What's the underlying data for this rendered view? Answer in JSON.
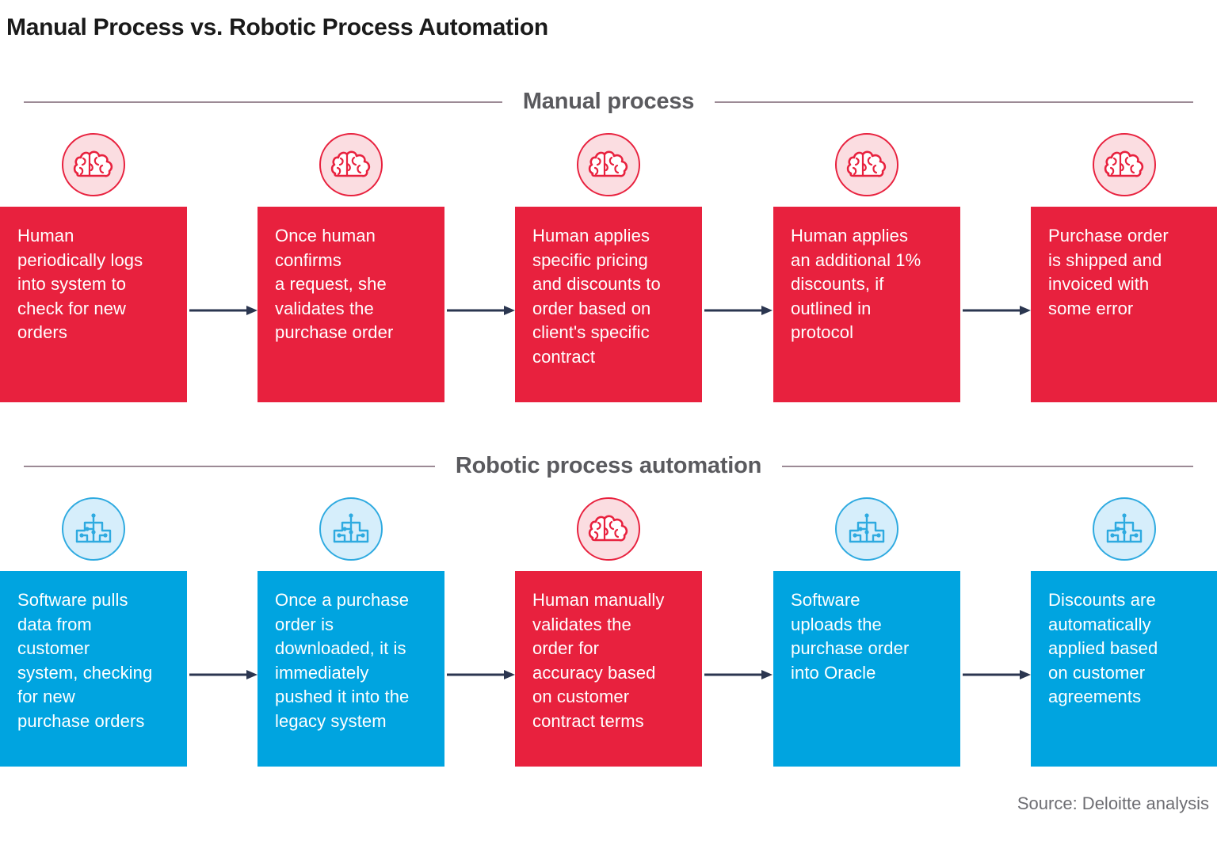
{
  "title": "Manual Process vs. Robotic Process Automation",
  "colors": {
    "red": "#e8213e",
    "blue": "#00a4e0",
    "red_pale": "#fbdde1",
    "blue_pale": "#d6eefb",
    "arrow": "#2b3650",
    "rule": "#9c8a95",
    "section_label": "#5a5a5e",
    "source_text": "#6d6d72",
    "title_text": "#1a1a1a"
  },
  "sections": [
    {
      "label": "Manual process",
      "steps": [
        {
          "icon": "brain-icon",
          "tone": "red",
          "text": "Human\nperiodically logs\ninto system to\ncheck for new\norders"
        },
        {
          "icon": "brain-icon",
          "tone": "red",
          "text": "Once human\nconfirms\na request, she\nvalidates the\npurchase order"
        },
        {
          "icon": "brain-icon",
          "tone": "red",
          "text": "Human applies\nspecific pricing\nand discounts to\norder based on\nclient's specific\ncontract"
        },
        {
          "icon": "brain-icon",
          "tone": "red",
          "text": "Human applies\nan additional 1%\ndiscounts, if\noutlined in\nprotocol"
        },
        {
          "icon": "brain-icon",
          "tone": "red",
          "text": "Purchase order\nis shipped and\ninvoiced with\nsome error"
        }
      ]
    },
    {
      "label": "Robotic process automation",
      "steps": [
        {
          "icon": "circuit-robot-icon",
          "tone": "blue",
          "text": "Software pulls\ndata from\ncustomer\nsystem, checking\nfor new\npurchase orders"
        },
        {
          "icon": "circuit-robot-icon",
          "tone": "blue",
          "text": "Once a purchase\norder is\ndownloaded, it is\nimmediately\npushed it into the\nlegacy system"
        },
        {
          "icon": "brain-icon",
          "tone": "red",
          "text": "Human manually\nvalidates the\norder for\naccuracy based\non customer\ncontract terms"
        },
        {
          "icon": "circuit-robot-icon",
          "tone": "blue",
          "text": "Software\nuploads the\npurchase order\ninto Oracle"
        },
        {
          "icon": "circuit-robot-icon",
          "tone": "blue",
          "text": "Discounts are\nautomatically\napplied based\non customer\nagreements"
        }
      ]
    }
  ],
  "source": "Source: Deloitte analysis"
}
